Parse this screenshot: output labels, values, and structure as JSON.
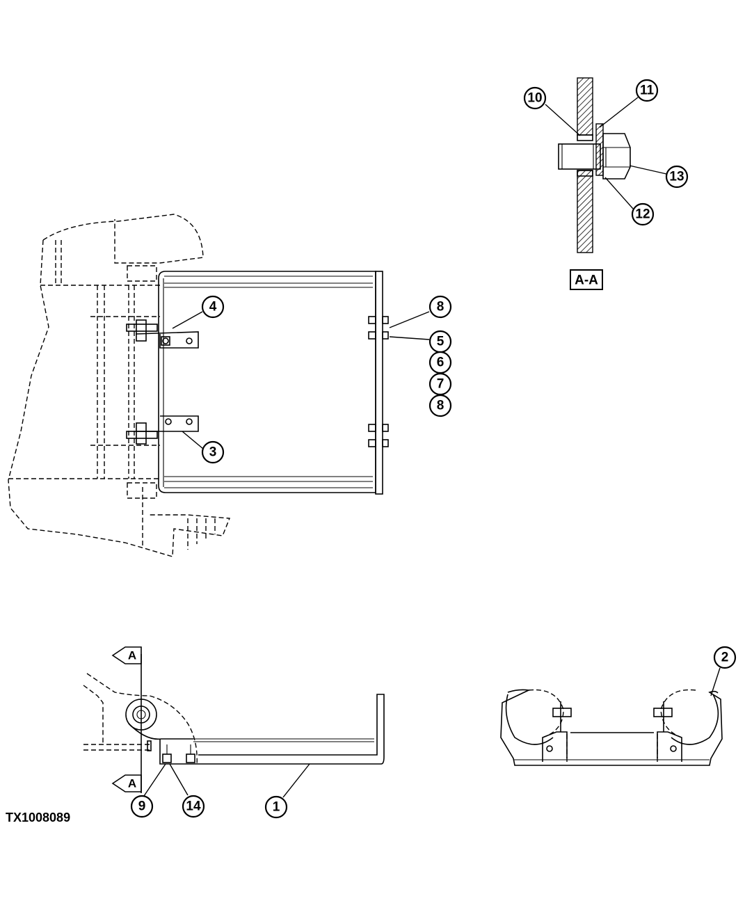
{
  "figure_id": "TX1008089",
  "section_label": "A-A",
  "section_arrow_letter": "A",
  "callouts": [
    {
      "id": "c1",
      "label": "1"
    },
    {
      "id": "c2",
      "label": "2"
    },
    {
      "id": "c3",
      "label": "3"
    },
    {
      "id": "c4",
      "label": "4"
    },
    {
      "id": "c5",
      "label": "5"
    },
    {
      "id": "c6",
      "label": "6"
    },
    {
      "id": "c7",
      "label": "7"
    },
    {
      "id": "c8a",
      "label": "8"
    },
    {
      "id": "c8b",
      "label": "8"
    },
    {
      "id": "c9",
      "label": "9"
    },
    {
      "id": "c10",
      "label": "10"
    },
    {
      "id": "c11",
      "label": "11"
    },
    {
      "id": "c12",
      "label": "12"
    },
    {
      "id": "c13",
      "label": "13"
    },
    {
      "id": "c14",
      "label": "14"
    }
  ]
}
